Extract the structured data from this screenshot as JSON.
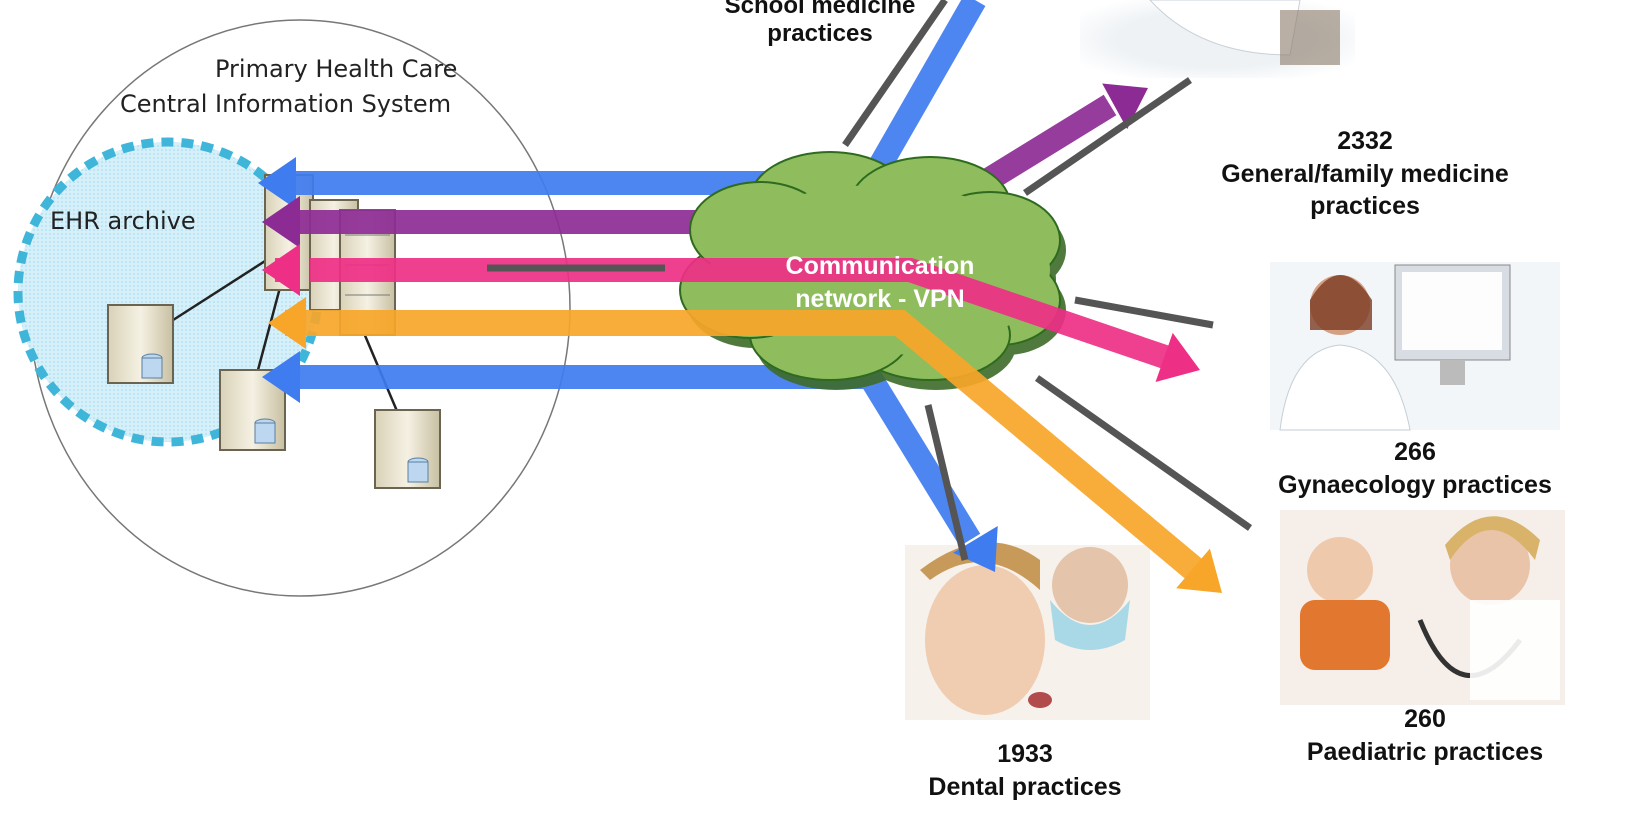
{
  "system": {
    "title_line1": "Primary Health Care",
    "title_line2": "Central Information System",
    "archive_label": "EHR archive"
  },
  "network": {
    "label_line1": "Communication",
    "label_line2": "network - VPN"
  },
  "practices": [
    {
      "id": "school",
      "count": "",
      "name_line1": "School medicine",
      "name_line2": "practices"
    },
    {
      "id": "general",
      "count": "2332",
      "name_line1": "General/family medicine",
      "name_line2": "practices"
    },
    {
      "id": "gyn",
      "count": "266",
      "name_line1": "Gynaecology practices",
      "name_line2": ""
    },
    {
      "id": "paed",
      "count": "260",
      "name_line1": "Paediatric practices",
      "name_line2": ""
    },
    {
      "id": "dental",
      "count": "1933",
      "name_line1": "Dental practices",
      "name_line2": ""
    }
  ],
  "colors": {
    "blue": "#3f7cf0",
    "purple": "#8d2b95",
    "pink": "#ee2f86",
    "orange": "#f7a629",
    "cloud": "#8fbc5c",
    "archive": "#3fb6d9",
    "connector": "#555555"
  },
  "icons": [
    "server-icon",
    "database-server-icon",
    "cloud-icon",
    "doctor-photo",
    "dentist-photo",
    "paediatrician-photo"
  ]
}
